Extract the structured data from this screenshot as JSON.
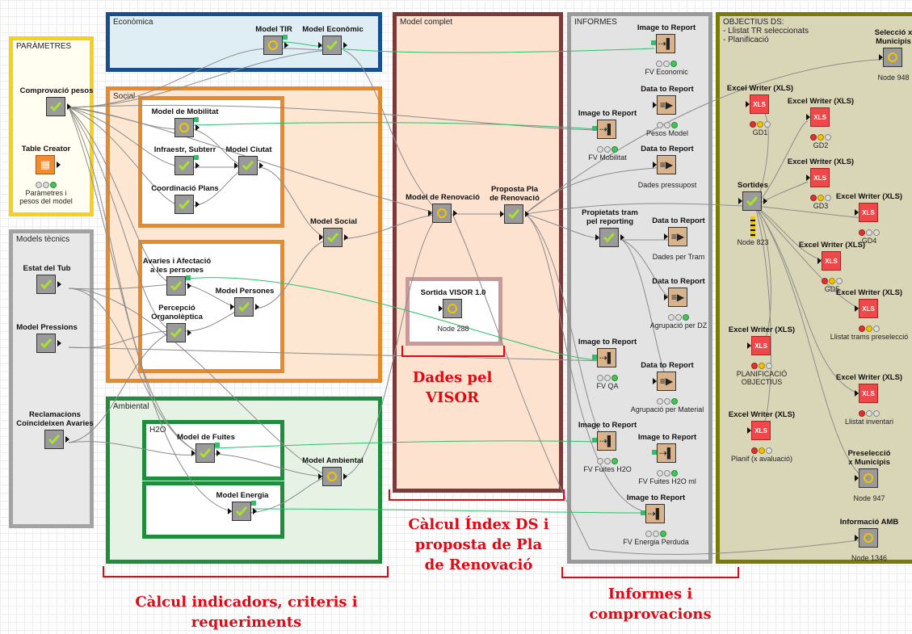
{
  "annotations": {
    "parametres": {
      "title": "PARÀMETRES",
      "color": "#f7d117"
    },
    "models_tecnics": {
      "title": "Models tècnics",
      "color": "#a3a3a3"
    },
    "economica": {
      "title": "Econòmica",
      "color": "#1a4f8f"
    },
    "social": {
      "title": "Social",
      "color": "#e8892a"
    },
    "ambiental": {
      "title": "Ambiental",
      "color": "#1e8e3e"
    },
    "h2o": {
      "title": "H2O",
      "color": "#1e8e3e"
    },
    "model_complet": {
      "title": "Model complet",
      "color": "#7a3a3a"
    },
    "informes": {
      "title": "INFORMES",
      "color": "#9a9a9a"
    },
    "objectius": {
      "title": "OBJECTIUS DS:\n- Llistat TR seleccionats\n- Planificació",
      "color": "#7a7a0a"
    },
    "visor": {
      "title": "Sortida VISOR 1.0",
      "color": "#c9999a"
    }
  },
  "nodes": {
    "comprovacio": {
      "label": "Comprovació pesos"
    },
    "table_creator": {
      "label": "Table Creator",
      "sub": "Paràmetres i\npesos del model"
    },
    "estat_tub": {
      "label": "Estat del Tub"
    },
    "model_pressions": {
      "label": "Model Pressions"
    },
    "reclamacions": {
      "label": "Reclamacions\nCoincideixen Avaries"
    },
    "model_tir": {
      "label": "Model TIR"
    },
    "model_economic": {
      "label": "Model Econòmic"
    },
    "model_mobilitat": {
      "label": "Model de Mobilitat"
    },
    "infraestr": {
      "label": "Infraestr, Subterr"
    },
    "coordinacio": {
      "label": "Coordinació Plans"
    },
    "model_ciutat": {
      "label": "Model Ciutat"
    },
    "model_social": {
      "label": "Model Social"
    },
    "avaries": {
      "label": "Avaries i Afectació\na les persones"
    },
    "percepcio": {
      "label": "Percepció\nOrganolèptica"
    },
    "model_persones": {
      "label": "Model Persones"
    },
    "model_fuites": {
      "label": "Model de Fuites"
    },
    "model_energia": {
      "label": "Model Energia"
    },
    "model_ambiental": {
      "label": "Model Ambiental"
    },
    "model_renovacio": {
      "label": "Model de Renovació"
    },
    "proposta": {
      "label": "Proposta Pla\nde Renovació"
    },
    "visor_node": {
      "sub": "Node 288"
    },
    "img_fv_economic": {
      "label": "Image to Report",
      "sub": "FV Economic"
    },
    "data_pesos": {
      "label": "Data to Report",
      "sub": "Pesos Model"
    },
    "img_fv_mobilitat": {
      "label": "Image to Report",
      "sub": "FV Mobilitat"
    },
    "data_pressupost": {
      "label": "Data to Report",
      "sub": "Dades pressupost"
    },
    "propietats": {
      "label": "Propietats tram\npel reporting"
    },
    "data_tram": {
      "label": "Data to Report",
      "sub": "Dades per Tram"
    },
    "data_dz": {
      "label": "Data to Report",
      "sub": "Agrupació per DZ"
    },
    "img_fv_qa": {
      "label": "Image to Report",
      "sub": "FV QA"
    },
    "data_material": {
      "label": "Data to Report",
      "sub": "Agrupació per Material"
    },
    "img_fuites_h2o": {
      "label": "Image to Report",
      "sub": "FV Fuites H2O"
    },
    "img_fuites_ml": {
      "label": "Image to Report",
      "sub": "FV Fuites H2O ml"
    },
    "img_energia": {
      "label": "Image to Report",
      "sub": "FV Energia Perduda"
    },
    "seleccio_mun": {
      "label": "Selecció x\nMunicipis",
      "sub": "Node 948"
    },
    "xls_gd1": {
      "label": "Excel Writer (XLS)",
      "sub": "GD1"
    },
    "xls_gd2": {
      "label": "Excel Writer (XLS)",
      "sub": "GD2"
    },
    "sortides": {
      "label": "Sortides",
      "sub": "Node 823"
    },
    "xls_gd3": {
      "label": "Excel Writer (XLS)",
      "sub": "GD3"
    },
    "xls_gd4": {
      "label": "Excel Writer (XLS)",
      "sub": "GD4"
    },
    "xls_gd5": {
      "label": "Excel Writer (XLS)",
      "sub": "GD5"
    },
    "xls_preseleccio": {
      "label": "Excel Writer (XLS)",
      "sub": "Llistat trams preselecció"
    },
    "xls_planificacio": {
      "label": "Excel Writer (XLS)",
      "sub": "PLANIFICACIÓ\nOBJECTIUS"
    },
    "xls_inventari": {
      "label": "Excel Writer (XLS)",
      "sub": "Llistat inventari"
    },
    "xls_planif_aval": {
      "label": "Excel Writer (XLS)",
      "sub": "Planif (x avaluació)"
    },
    "preseleccio_mun": {
      "label": "Preselecció\nx Municipis",
      "sub": "Node 947"
    },
    "informacio_amb": {
      "label": "Informació AMB",
      "sub": "Node 1346"
    }
  },
  "labels": {
    "dades_visor": "Dades pel\nVISOR",
    "calcul_index": "Càlcul Índex DS i\nproposta de Pla\nde Renovació",
    "calcul_indicadors": "Càlcul indicadors, criteris i\nrequeriments",
    "informes_comprov": "Informes i\ncomprovacions"
  },
  "colors": {
    "highlight_red": "#e30613",
    "check_green": "#a6e22e"
  }
}
